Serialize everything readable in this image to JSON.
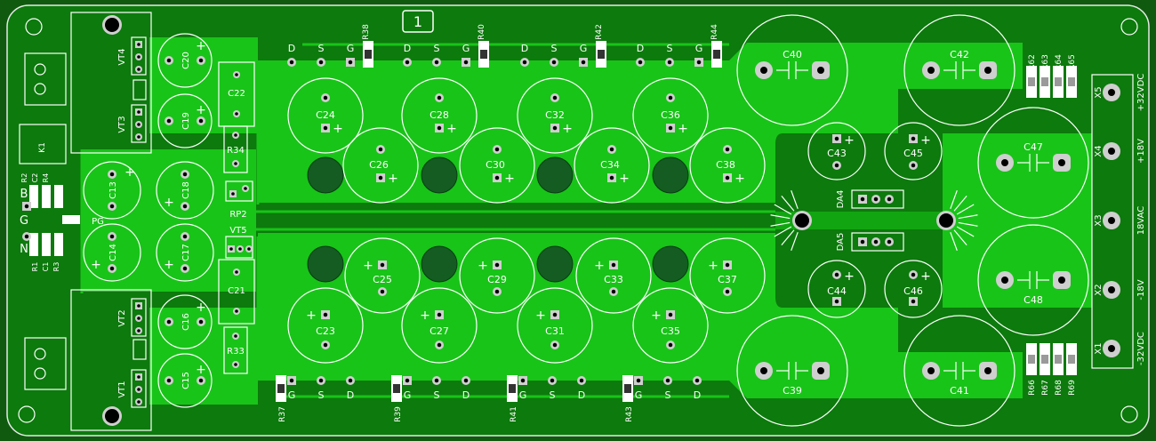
{
  "board": {
    "colors": {
      "background": "#0f5a0f",
      "substrate": "#0c7a0c",
      "copper": "#18c418",
      "silk": "#ffffff",
      "pad": "#cfcfcf",
      "hole": "#000000",
      "dark_pad": "#145c22"
    },
    "panel_number": "1",
    "capacitors": [
      {
        "label": "C20",
        "plus": true
      },
      {
        "label": "C19",
        "plus": true
      },
      {
        "label": "C18",
        "plus": true
      },
      {
        "label": "C17",
        "plus": true
      },
      {
        "label": "C16",
        "plus": true
      },
      {
        "label": "C15",
        "plus": true
      },
      {
        "label": "C13",
        "plus": true
      },
      {
        "label": "C14",
        "plus": true
      },
      {
        "label": "C24",
        "plus": true
      },
      {
        "label": "C28",
        "plus": true
      },
      {
        "label": "C32",
        "plus": true
      },
      {
        "label": "C36",
        "plus": true
      },
      {
        "label": "C26",
        "plus": true
      },
      {
        "label": "C30",
        "plus": true
      },
      {
        "label": "C34",
        "plus": true
      },
      {
        "label": "C38",
        "plus": true
      },
      {
        "label": "C25",
        "plus": true
      },
      {
        "label": "C29",
        "plus": true
      },
      {
        "label": "C33",
        "plus": true
      },
      {
        "label": "C37",
        "plus": true
      },
      {
        "label": "C23",
        "plus": true
      },
      {
        "label": "C27",
        "plus": true
      },
      {
        "label": "C31",
        "plus": true
      },
      {
        "label": "C35",
        "plus": true
      },
      {
        "label": "C43",
        "plus": true
      },
      {
        "label": "C45",
        "plus": true
      },
      {
        "label": "C44",
        "plus": true
      },
      {
        "label": "C46",
        "plus": true
      },
      {
        "label": "C40",
        "plus": false
      },
      {
        "label": "C42",
        "plus": false
      },
      {
        "label": "C47",
        "plus": false
      },
      {
        "label": "C48",
        "plus": false
      },
      {
        "label": "C39",
        "plus": false
      },
      {
        "label": "C41",
        "plus": false
      }
    ],
    "film_caps": [
      "C22",
      "C21"
    ],
    "resistor_boxes": [
      "R34",
      "R33"
    ],
    "trimmer": "RP2",
    "transistors_upper": [
      "VT4",
      "VT3"
    ],
    "transistors_lower": [
      "VT2",
      "VT1"
    ],
    "vt5": "VT5",
    "regulators": [
      "DA4",
      "DA5"
    ],
    "top_fets": [
      {
        "pins": [
          "D",
          "S",
          "G"
        ],
        "resistor": "R38"
      },
      {
        "pins": [
          "D",
          "S",
          "G"
        ],
        "resistor": "R40"
      },
      {
        "pins": [
          "D",
          "S",
          "G"
        ],
        "resistor": "R42"
      },
      {
        "pins": [
          "D",
          "S",
          "G"
        ],
        "resistor": "R44"
      }
    ],
    "bottom_fets": [
      {
        "pins": [
          "G",
          "S",
          "D"
        ],
        "resistor": "R37"
      },
      {
        "pins": [
          "G",
          "S",
          "D"
        ],
        "resistor": "R39"
      },
      {
        "pins": [
          "G",
          "S",
          "D"
        ],
        "resistor": "R41"
      },
      {
        "pins": [
          "G",
          "S",
          "D"
        ],
        "resistor": "R43"
      }
    ],
    "resistor_array_top": [
      "R62",
      "R63",
      "R64",
      "R65"
    ],
    "resistor_array_bottom": [
      "R66",
      "R67",
      "R68",
      "R69"
    ],
    "left_labels": {
      "r2": "R2",
      "c2": "C2",
      "r4": "R4",
      "k1": "K1",
      "b": "B",
      "g": "G",
      "n": "N",
      "pg": "PG",
      "r1": "R1",
      "c1": "C1",
      "r3": "R3"
    },
    "connectors": [
      {
        "id": "X5",
        "label": "+32VDC"
      },
      {
        "id": "X4",
        "label": "+18V"
      },
      {
        "id": "X3",
        "label": "18VAC"
      },
      {
        "id": "X2",
        "label": "-18V"
      },
      {
        "id": "X1",
        "label": "-32VDC"
      }
    ]
  }
}
